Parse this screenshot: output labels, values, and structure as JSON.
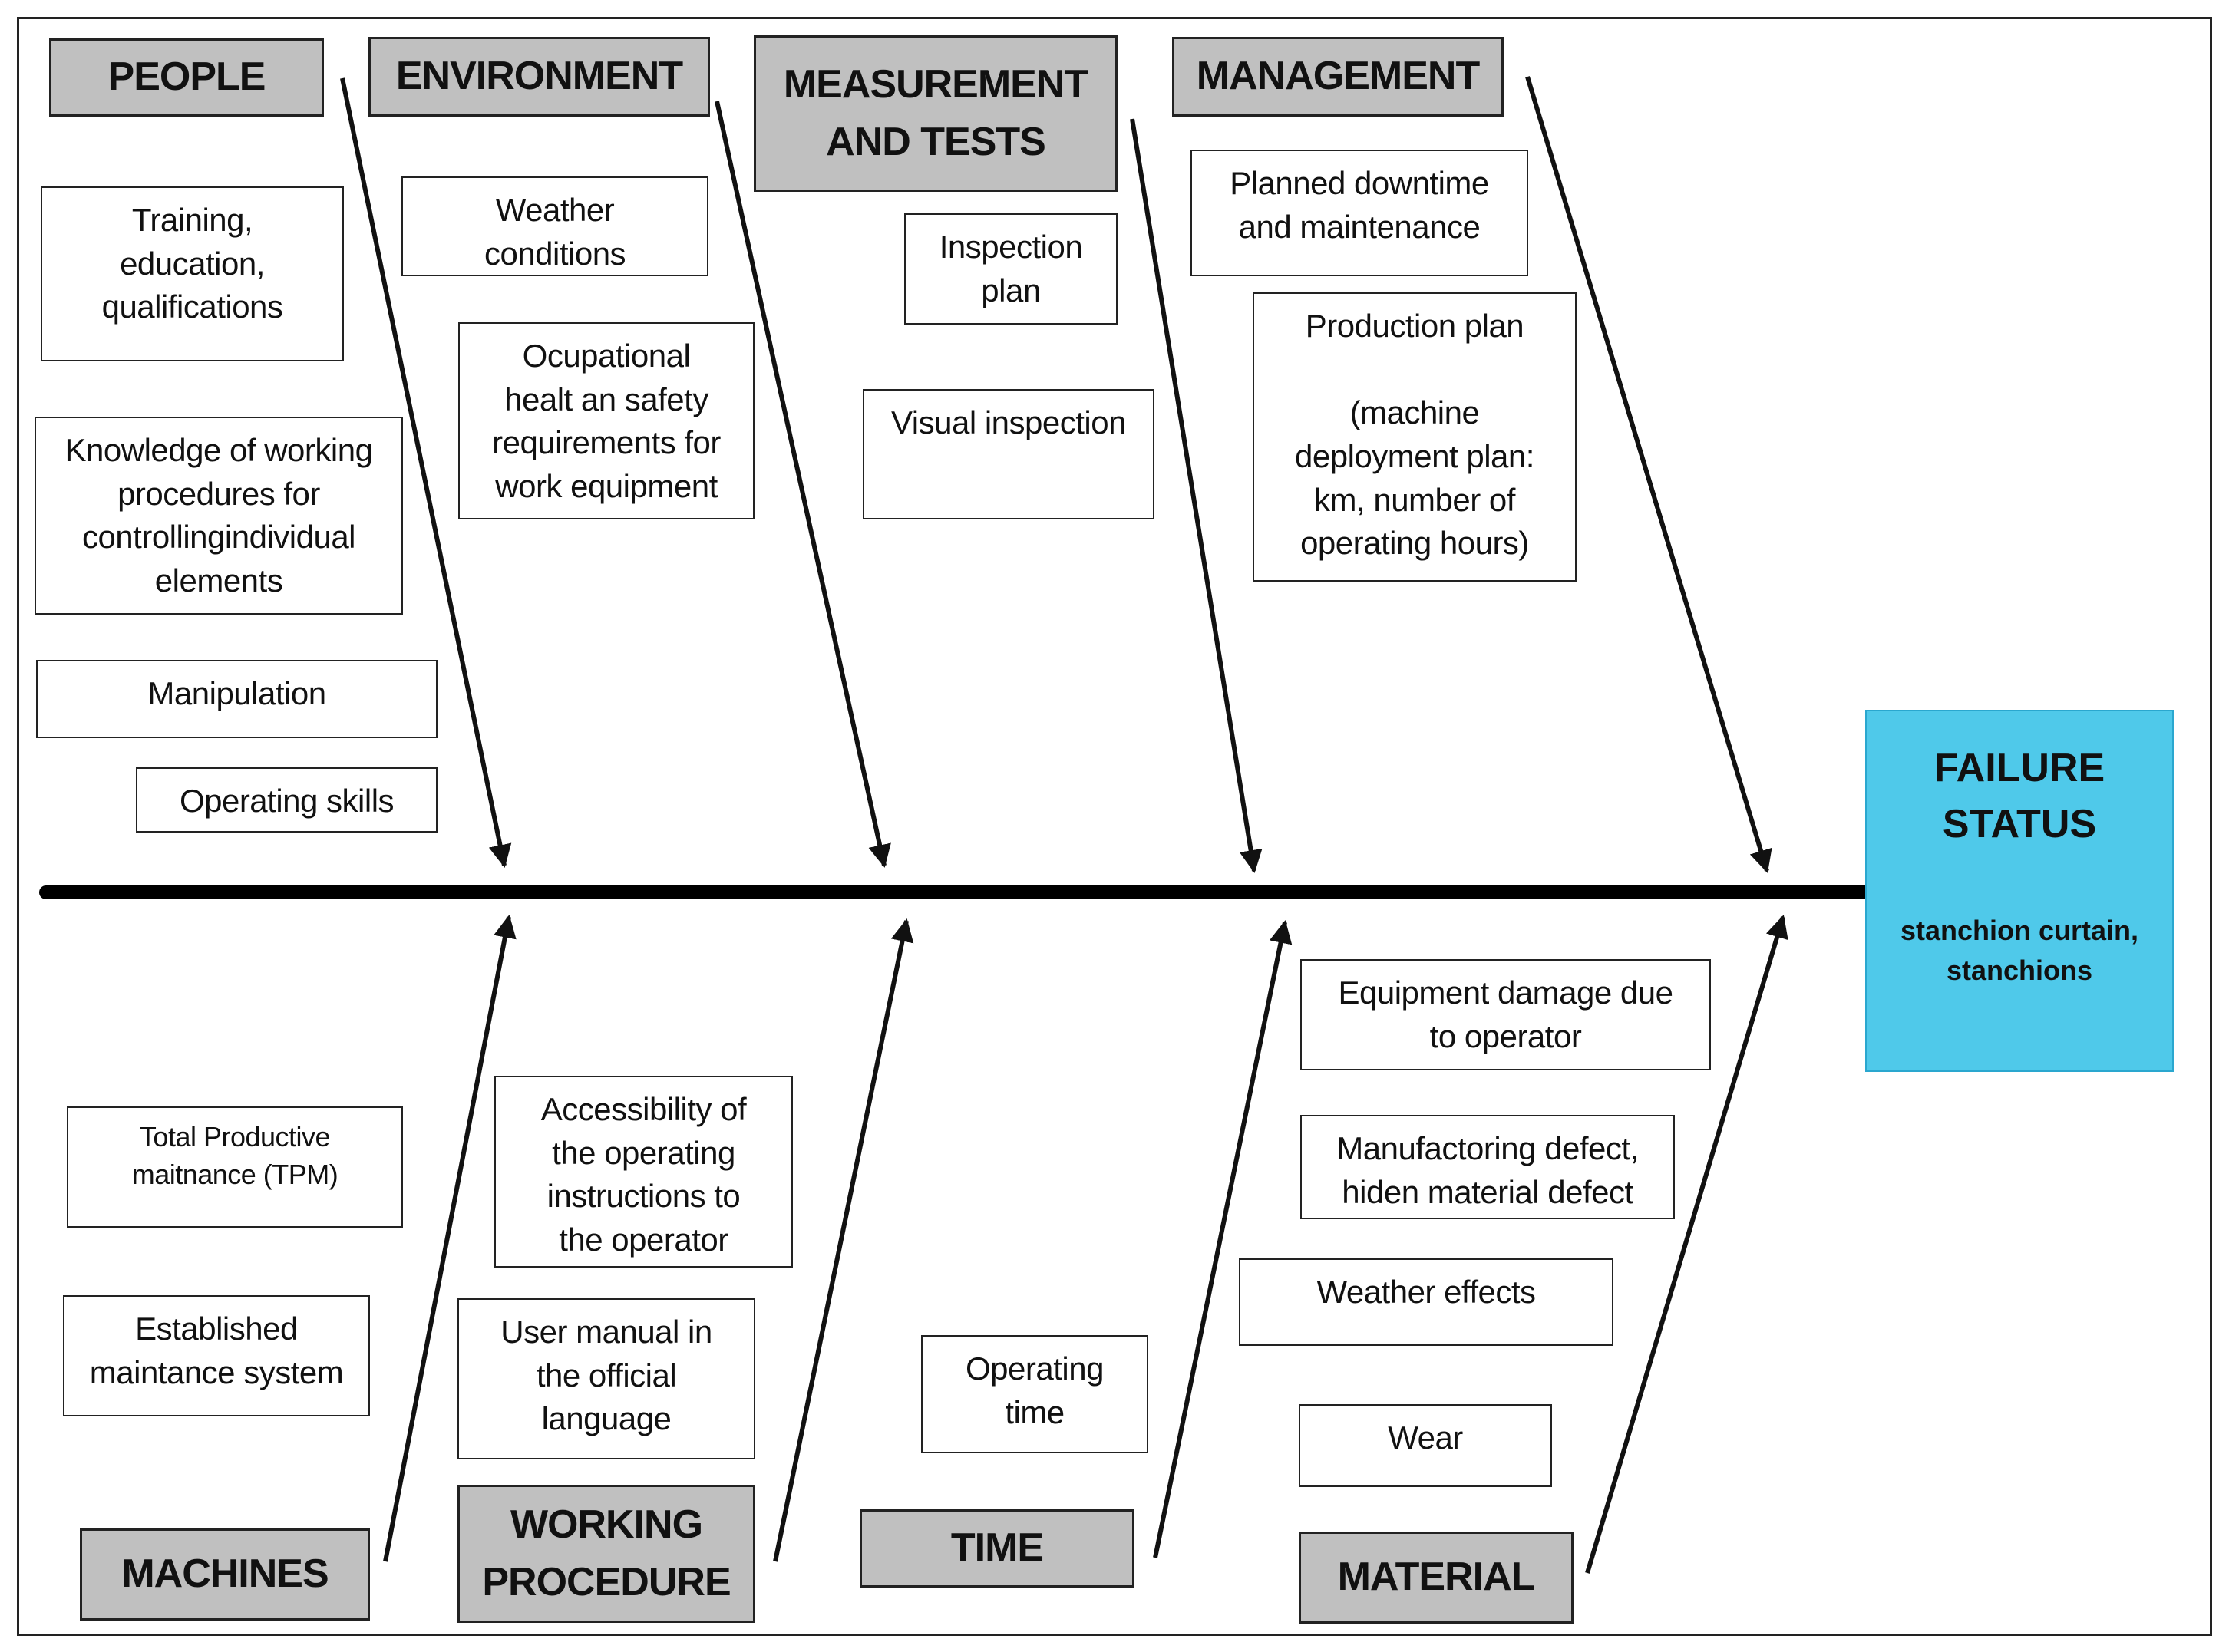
{
  "effect": {
    "title": "FAILURE\nSTATUS",
    "subtitle": "stanchion curtain,\nstanchions",
    "color": "#4fc9ea"
  },
  "categories": {
    "people": "PEOPLE",
    "environment": "ENVIRONMENT",
    "measurement": "MEASUREMENT\nAND TESTS",
    "management": "MANAGEMENT",
    "machines": "MACHINES",
    "working_procedure": "WORKING\nPROCEDURE",
    "time": "TIME",
    "material": "MATERIAL"
  },
  "causes": {
    "people": [
      "Training,\neducation,\nqualifications",
      "Knowledge of working\nprocedures for\ncontrollingindividual\nelements",
      "Manipulation",
      "Operating skills"
    ],
    "environment": [
      "Weather\nconditions",
      "Ocupational\nhealt an safety\nrequirements for\nwork equipment"
    ],
    "measurement": [
      "Inspection\nplan",
      "Visual inspection"
    ],
    "management": [
      "Planned downtime\nand maintenance",
      "Production plan\n\n(machine\ndeployment plan:\nkm, number of\noperating hours)"
    ],
    "machines": [
      "Total Productive\nmaitnance (TPM)",
      "Established\nmaintance system"
    ],
    "working_procedure": [
      "Accessibility of\nthe operating\ninstructions to\nthe operator",
      "User manual in\nthe official\nlanguage"
    ],
    "time": [
      "Operating\ntime"
    ],
    "material": [
      "Equipment damage due\nto operator",
      "Manufactoring defect,\nhiden material defect",
      "Weather effects",
      "Wear"
    ]
  },
  "colors": {
    "category_fill": "#c0c0c0",
    "line": "#111111"
  }
}
